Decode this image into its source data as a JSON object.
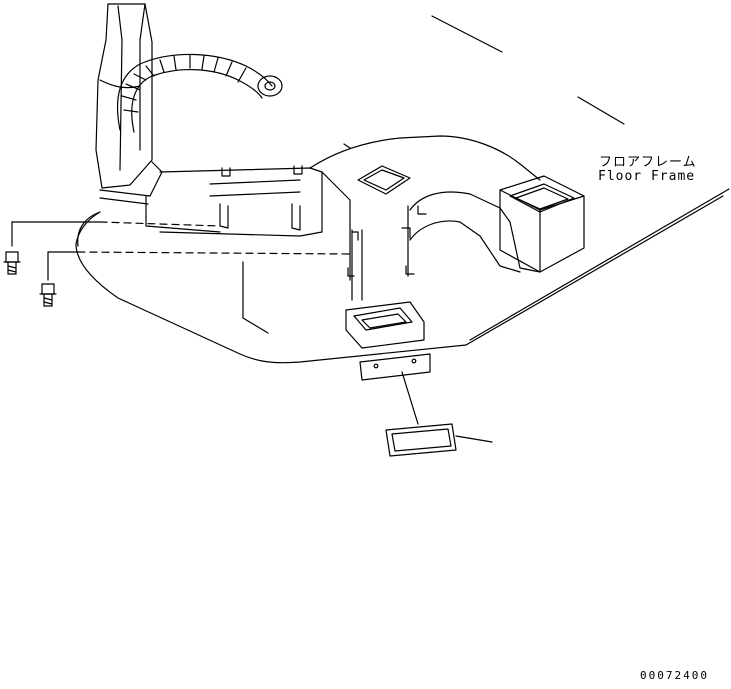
{
  "labels": {
    "floor_frame_jp": "フロアフレーム",
    "floor_frame_en": "Floor Frame",
    "drawing_code": "00072400"
  },
  "colors": {
    "line": "#000000",
    "background": "#ffffff"
  }
}
